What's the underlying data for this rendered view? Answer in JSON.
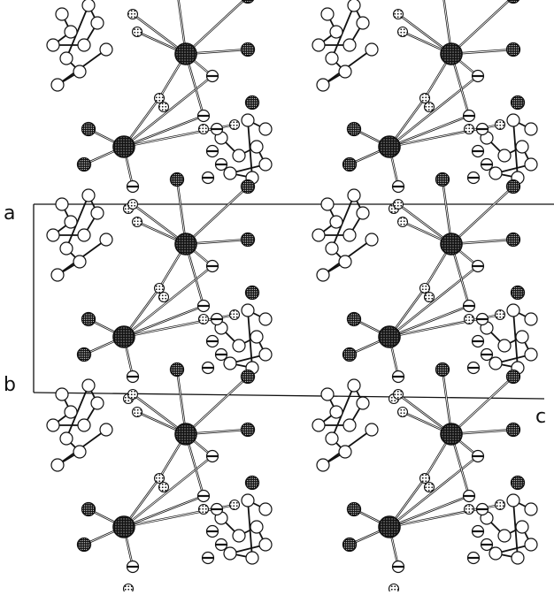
{
  "figure": {
    "axis_labels": {
      "a": "a",
      "b": "b",
      "c": "c"
    },
    "colors": {
      "ink": "#111111",
      "paper": "#ffffff"
    },
    "atom_kinds": [
      "metal-center",
      "crosshatched-atom",
      "barred-atom",
      "dotted-atom",
      "open-atom"
    ]
  }
}
